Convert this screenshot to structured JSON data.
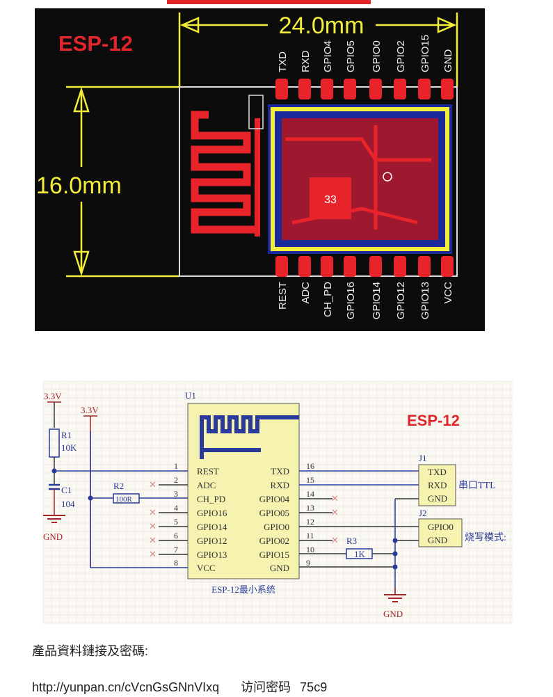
{
  "pcb": {
    "title": "ESP-12",
    "width_label": "24.0mm",
    "height_label": "16.0mm",
    "chip_label": "33",
    "top_pins": [
      "TXD",
      "RXD",
      "GPIO4",
      "GPIO5",
      "GPIO0",
      "GPIO2",
      "GPIO15",
      "GND"
    ],
    "bottom_pins": [
      "REST",
      "ADC",
      "CH_PD",
      "GPIO16",
      "GPIO14",
      "GPIO12",
      "GPIO13",
      "VCC"
    ]
  },
  "schematic": {
    "title": "ESP-12",
    "u1_ref": "U1",
    "u1_caption": "ESP-12最小系统",
    "left_pins": [
      {
        "num": "1",
        "name": "REST"
      },
      {
        "num": "2",
        "name": "ADC"
      },
      {
        "num": "3",
        "name": "CH_PD"
      },
      {
        "num": "4",
        "name": "GPIO16"
      },
      {
        "num": "5",
        "name": "GPIO14"
      },
      {
        "num": "6",
        "name": "GPIO12"
      },
      {
        "num": "7",
        "name": "GPIO13"
      },
      {
        "num": "8",
        "name": "VCC"
      }
    ],
    "right_pins": [
      {
        "num": "16",
        "name": "TXD"
      },
      {
        "num": "15",
        "name": "RXD"
      },
      {
        "num": "14",
        "name": "GPIO04"
      },
      {
        "num": "13",
        "name": "GPIO05"
      },
      {
        "num": "12",
        "name": "GPIO0"
      },
      {
        "num": "11",
        "name": "GPIO02"
      },
      {
        "num": "10",
        "name": "GPIO15"
      },
      {
        "num": "9",
        "name": "GND"
      }
    ],
    "power1": "3.3V",
    "power2": "3.3V",
    "r1_ref": "R1",
    "r1_val": "10K",
    "c1_ref": "C1",
    "c1_val": "104",
    "gnd1": "GND",
    "r2_ref": "R2",
    "r2_val": "100R",
    "r3_ref": "R3",
    "r3_val": "1K",
    "gnd2": "GND",
    "j1_ref": "J1",
    "j1_pins": [
      "TXD",
      "RXD",
      "GND"
    ],
    "j1_label": "串口TTL",
    "j2_ref": "J2",
    "j2_pins": [
      "GPIO0",
      "GND"
    ],
    "j2_label": "烧写模式:"
  },
  "footer": {
    "heading": "產品資料鏈接及密碼:",
    "link": "http://yunpan.cn/cVcnGsGNnVIxq",
    "password_label": "访问密码",
    "password": "75c9"
  },
  "colors": {
    "accent_red": "#e0262b",
    "yellow": "#f2ee3a",
    "wire_blue": "#2a3a9a",
    "wire_red": "#a3252a",
    "chip_fill": "#f6f3b0"
  }
}
